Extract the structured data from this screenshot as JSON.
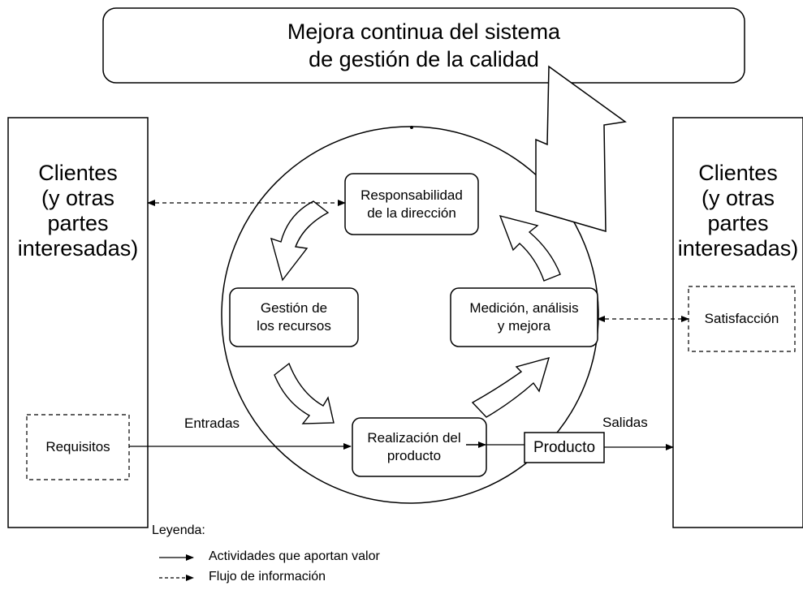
{
  "title": {
    "line1": "Mejora continua del sistema",
    "line2": "de gestión de la calidad"
  },
  "left_client": {
    "lines": [
      "Clientes",
      "(y otras",
      "partes",
      "interesadas)"
    ]
  },
  "right_client": {
    "lines": [
      "Clientes",
      "(y otras",
      "partes",
      "interesadas)"
    ]
  },
  "processes": {
    "responsabilidad": [
      "Responsabilidad",
      "de la dirección"
    ],
    "gestion": [
      "Gestión de",
      "los recursos"
    ],
    "medicion": [
      "Medición, análisis",
      "y mejora"
    ],
    "realizacion": [
      "Realización del",
      "producto"
    ]
  },
  "requisitos": "Requisitos",
  "satisfaccion": "Satisfacción",
  "producto": "Producto",
  "entradas": "Entradas",
  "salidas": "Salidas",
  "legend": {
    "title": "Leyenda:",
    "solid": "Actividades que aportan valor",
    "dashed": "Flujo de información"
  }
}
